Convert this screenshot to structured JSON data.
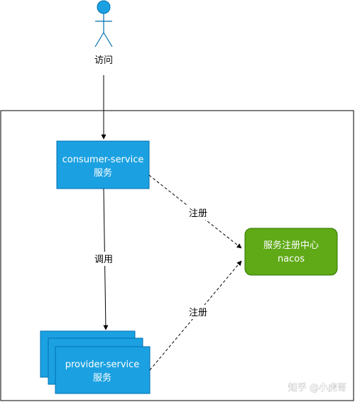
{
  "actor": {
    "label": "访问"
  },
  "consumer": {
    "line1": "consumer-service",
    "line2": "服务"
  },
  "provider": {
    "line1": "provider-service",
    "line2": "服务"
  },
  "registry": {
    "line1": "服务注册中心",
    "line2": "nacos"
  },
  "edges": {
    "call_label": "调用",
    "register_consumer_label": "注册",
    "register_provider_label": "注册"
  },
  "watermark": "知乎 @小虎哥",
  "colors": {
    "service_fill": "#1ba1e2",
    "service_stroke": "#006eaf",
    "registry_fill": "#60a917",
    "registry_stroke": "#2d7600",
    "actor_fill": "#1ba1e2"
  }
}
